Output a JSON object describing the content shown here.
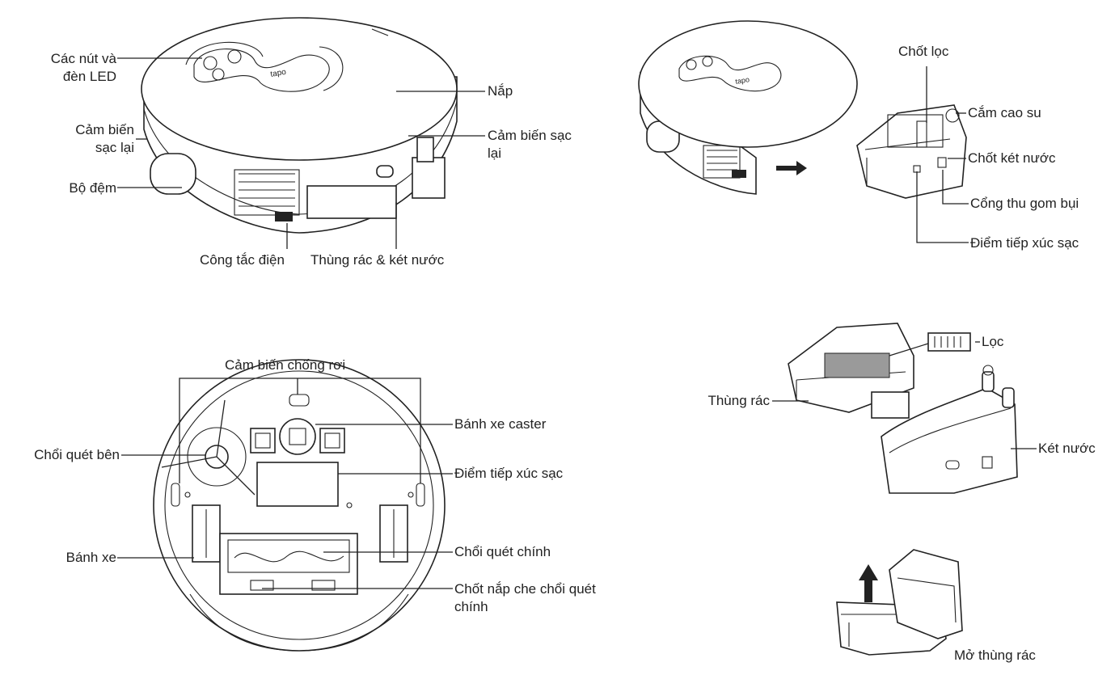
{
  "labels": {
    "buttons_led": "Các nút và\nđèn LED",
    "recharge_sensor_left": "Cảm biến\nsạc lại",
    "bumper": "Bộ đệm",
    "lid": "Nắp",
    "recharge_sensor_right": "Cảm biến sạc\nlại",
    "power_switch": "Công tắc điện",
    "bin_water_tank": "Thùng rác & két nước",
    "filter_latch": "Chốt lọc",
    "rubber_plug": "Cắm cao su",
    "water_tank_latch": "Chốt két nước",
    "dust_port": "Cổng thu gom bụi",
    "charging_contacts_top": "Điểm tiếp xúc sạc",
    "cliff_sensors": "Cảm biến chống rơi",
    "caster_wheel": "Bánh xe caster",
    "side_brush": "Chổi quét bên",
    "charging_contacts_bottom": "Điểm tiếp xúc sạc",
    "wheel": "Bánh xe",
    "main_brush": "Chổi quét chính",
    "main_brush_cover_latch": "Chốt nắp che chổi quét\nchính",
    "filter": "Lọc",
    "dustbin": "Thùng rác",
    "water_tank": "Két nước",
    "open_dustbin": "Mở thùng rác"
  }
}
